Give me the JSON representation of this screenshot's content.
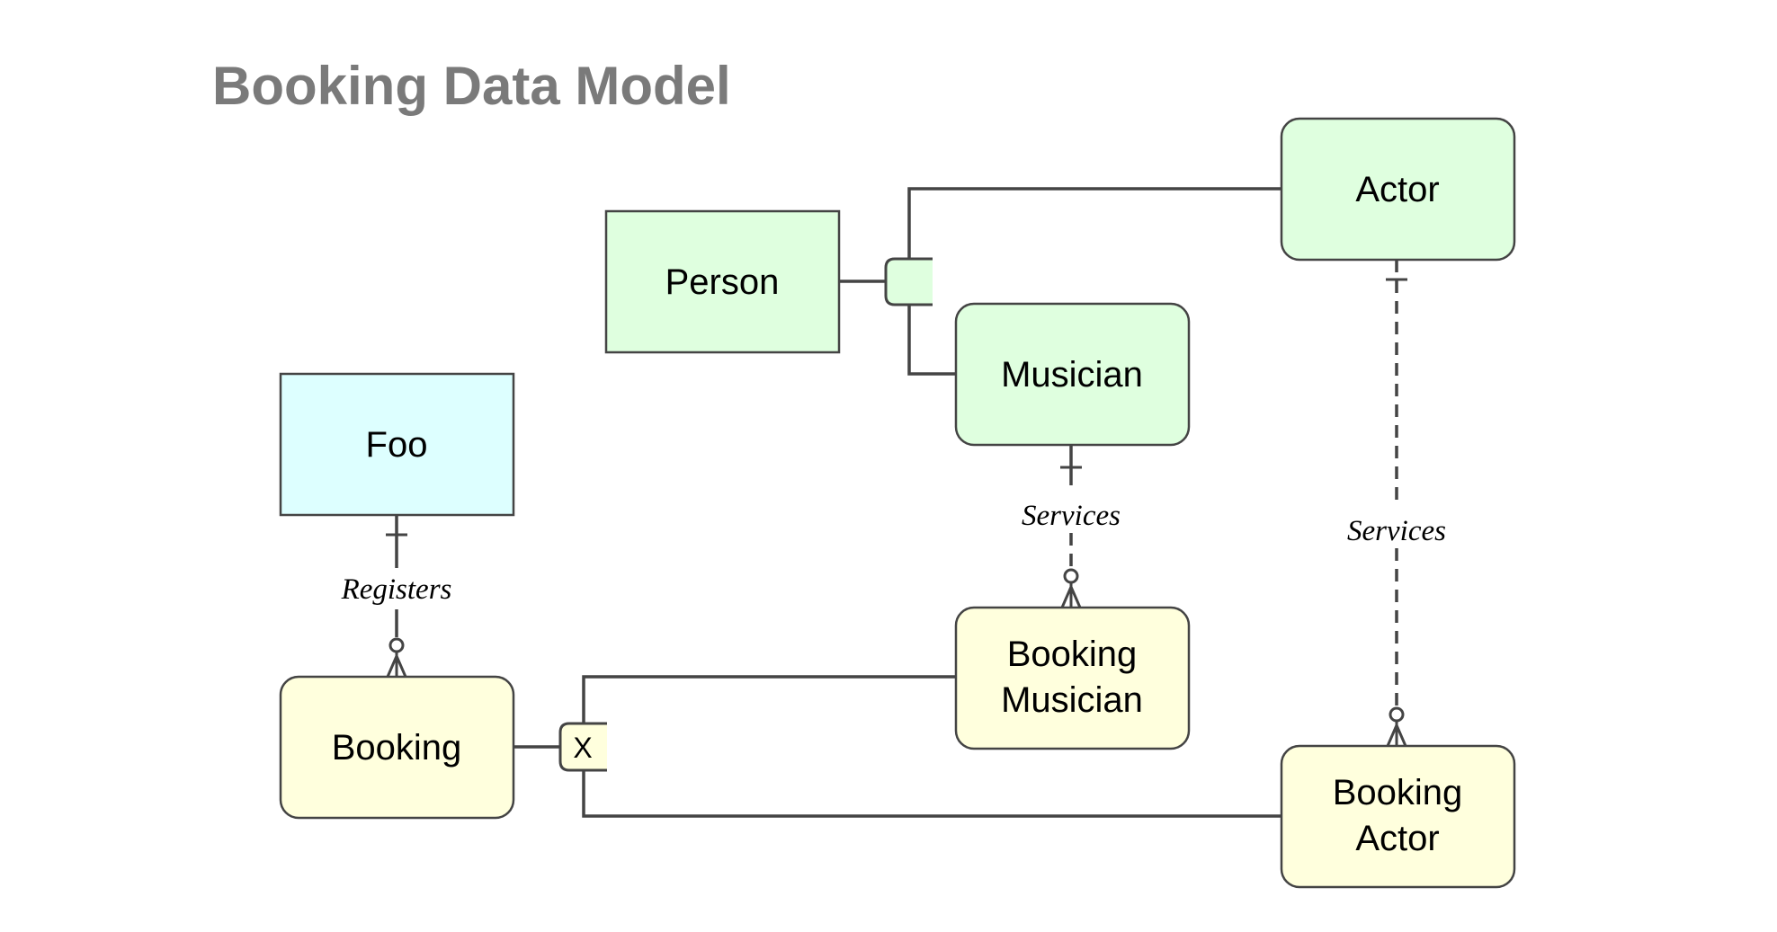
{
  "title": "Booking Data Model",
  "colors": {
    "title": "#7a7a7a",
    "line": "#444444",
    "border": "#444444",
    "text": "#000000",
    "person_fill": "#dfffdf",
    "foo_fill": "#ddffff",
    "booking_fill": "#ffffdd"
  },
  "entities": {
    "person": {
      "label": "Person",
      "shape": "rectangle"
    },
    "actor": {
      "label": "Actor",
      "shape": "rounded"
    },
    "musician": {
      "label": "Musician",
      "shape": "rounded"
    },
    "foo": {
      "label": "Foo",
      "shape": "rectangle"
    },
    "booking": {
      "label": "Booking",
      "shape": "rounded"
    },
    "booking_musician": {
      "label_line1": "Booking",
      "label_line2": "Musician",
      "shape": "rounded"
    },
    "booking_actor": {
      "label_line1": "Booking",
      "label_line2": "Actor",
      "shape": "rounded"
    }
  },
  "relationships": {
    "foo_booking": {
      "label": "Registers",
      "from": "Foo",
      "to": "Booking",
      "from_cardinality": "one",
      "to_cardinality": "zero-or-many",
      "style": "solid"
    },
    "musician_booking_musician": {
      "label": "Services",
      "from": "Musician",
      "to": "Booking Musician",
      "from_cardinality": "one",
      "to_cardinality": "zero-or-many",
      "style": "dashed"
    },
    "actor_booking_actor": {
      "label": "Services",
      "from": "Actor",
      "to": "Booking Actor",
      "from_cardinality": "one",
      "to_cardinality": "zero-or-many",
      "style": "dashed"
    }
  },
  "subtypes": {
    "person_subtypes": {
      "supertype": "Person",
      "subtypes": [
        "Actor",
        "Musician"
      ],
      "marker": ""
    },
    "booking_subtypes": {
      "supertype": "Booking",
      "subtypes": [
        "Booking Musician",
        "Booking Actor"
      ],
      "marker": "X"
    }
  }
}
